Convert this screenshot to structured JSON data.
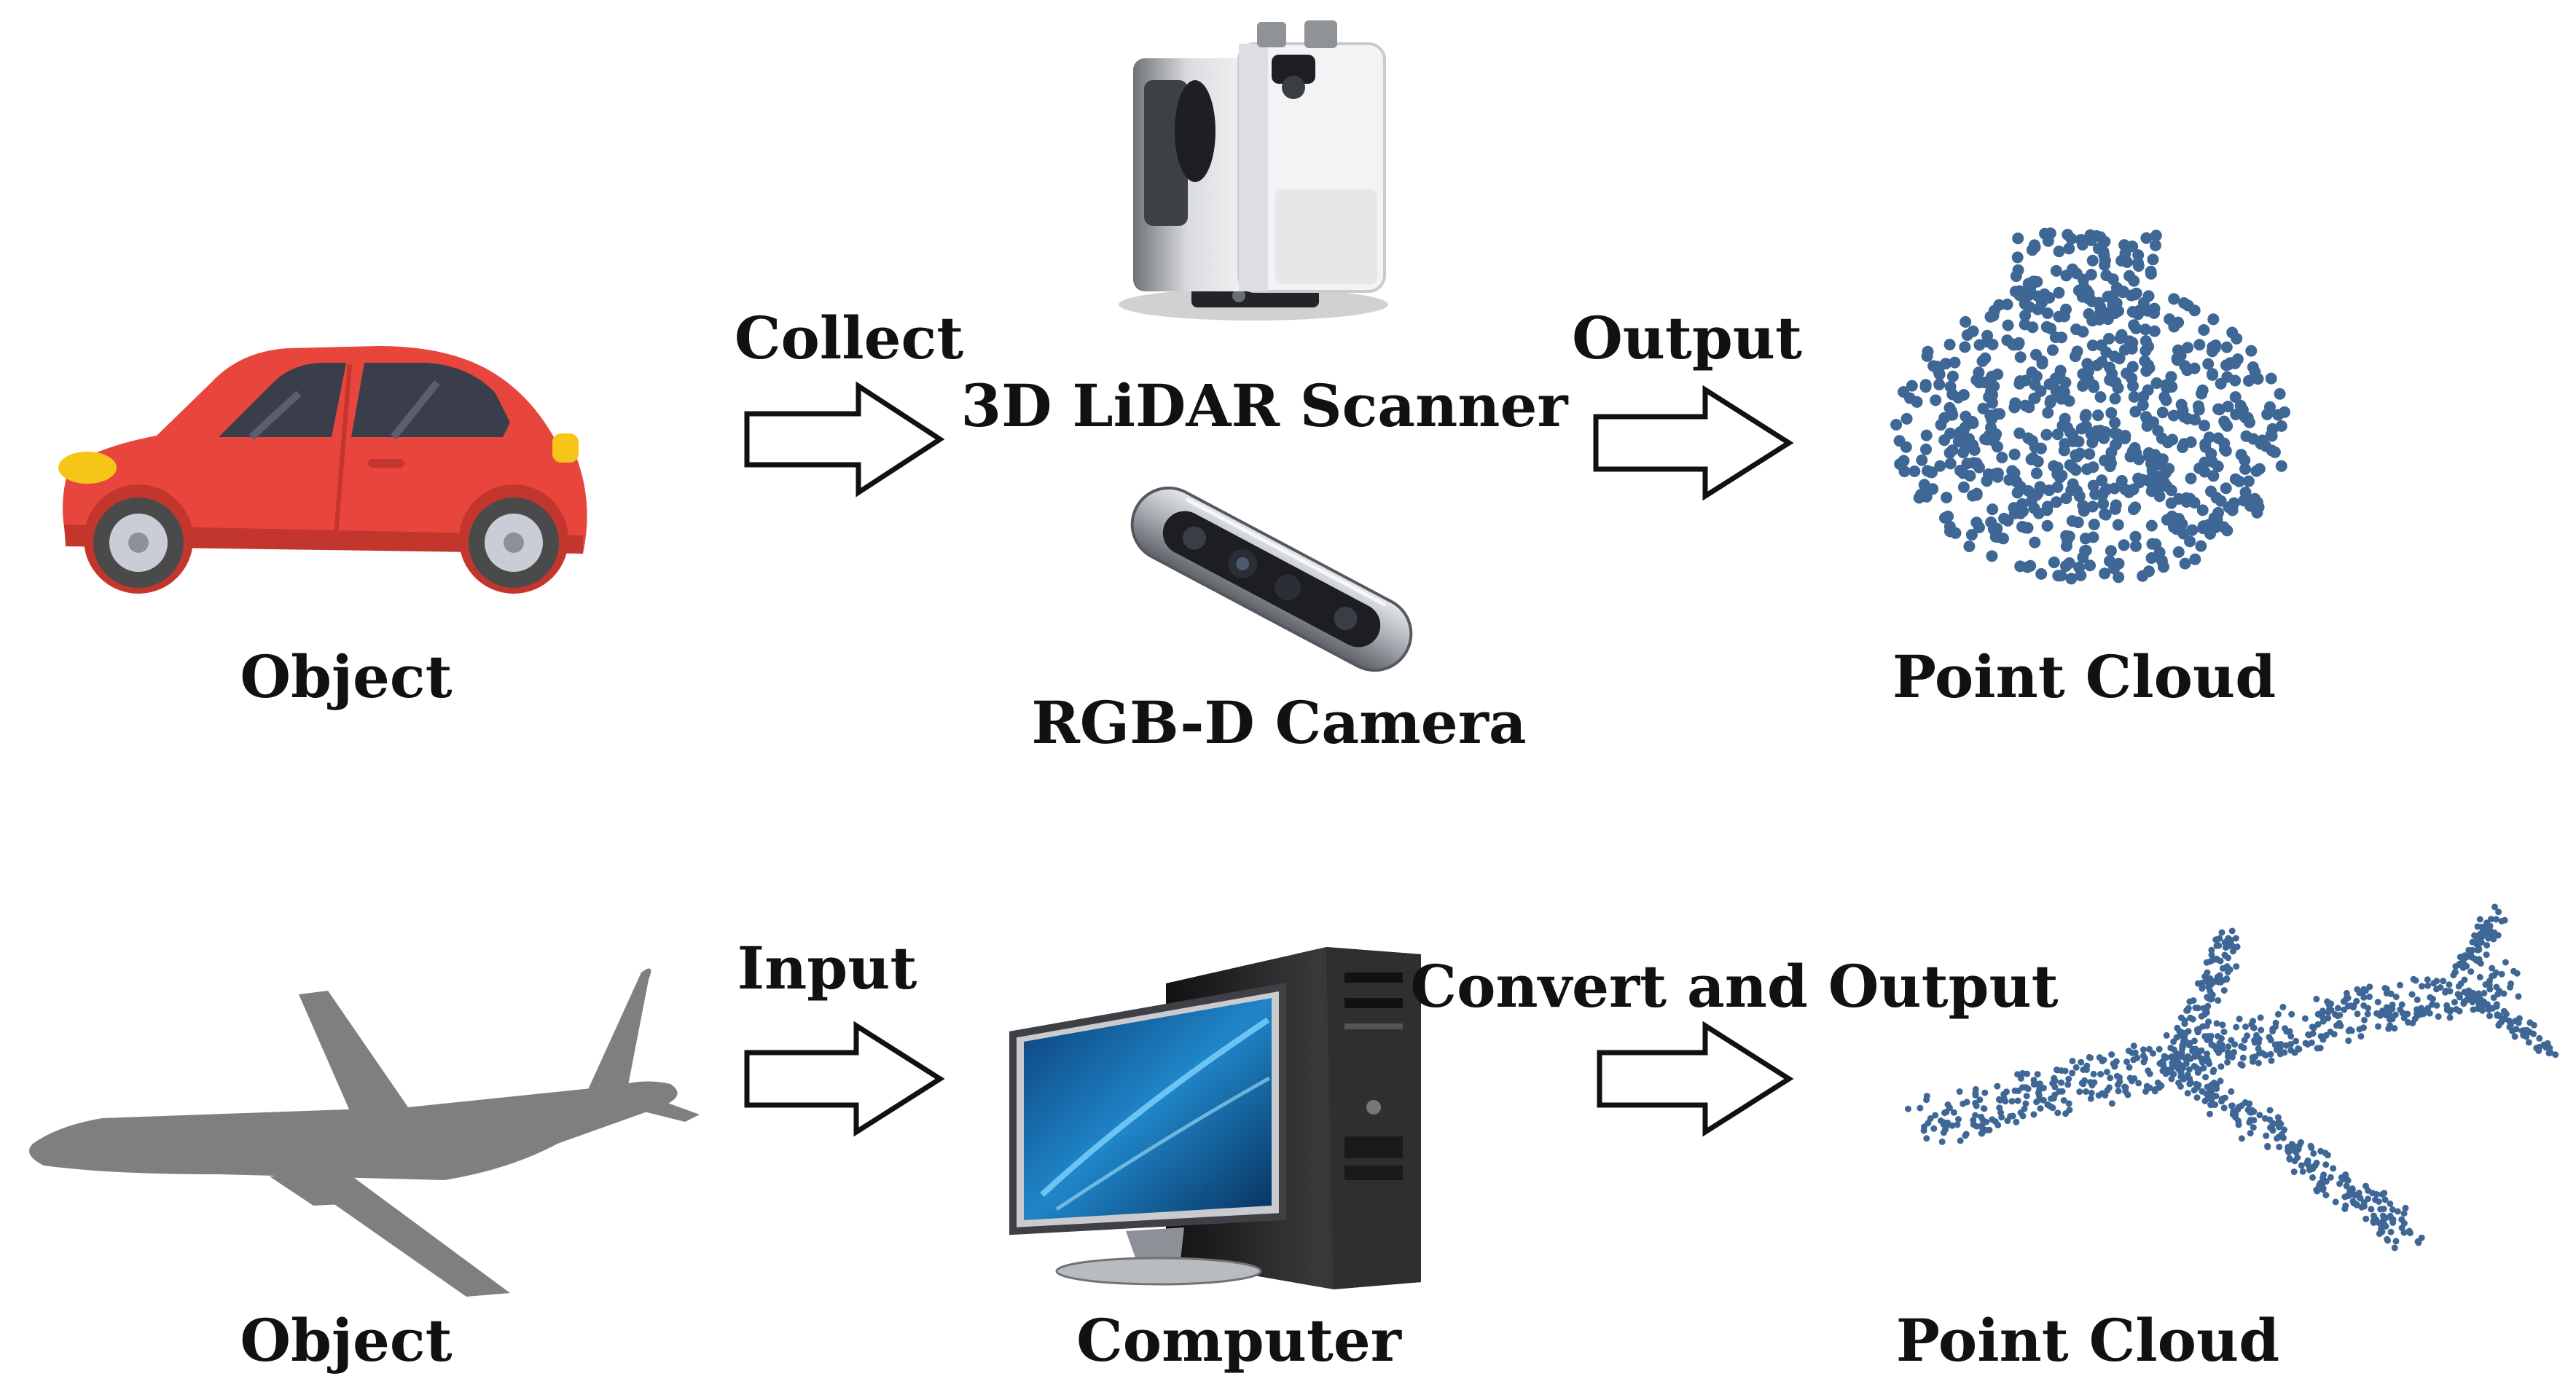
{
  "labels": {
    "collect": "Collect",
    "lidar_scanner": "3D LiDAR Scanner",
    "output": "Output",
    "rgbd_camera": "RGB-D Camera",
    "object_top": "Object",
    "point_cloud_top": "Point Cloud",
    "input": "Input",
    "convert_and_output": "Convert and Output",
    "object_bottom": "Object",
    "computer": "Computer",
    "point_cloud_bottom": "Point Cloud"
  },
  "colors": {
    "car_body": "#E8463C",
    "car_window": "#3A3D4A",
    "car_light": "#F5C518",
    "tire": "#4A4A4A",
    "hubcap": "#C9CED6",
    "airplane": "#7F7F7F",
    "point_cloud": "#3E6796",
    "arrow_stroke": "#111111",
    "monitor_screen": "#1F86C8",
    "tower": "#2B2B2B"
  },
  "icons": {
    "car": "car-icon",
    "airplane": "airplane-silhouette-icon",
    "lidar": "lidar-scanner-icon",
    "camera": "rgbd-camera-icon",
    "computer": "desktop-computer-icon",
    "point_cloud_car": "point-cloud-car-icon",
    "point_cloud_airplane": "point-cloud-airplane-icon"
  }
}
